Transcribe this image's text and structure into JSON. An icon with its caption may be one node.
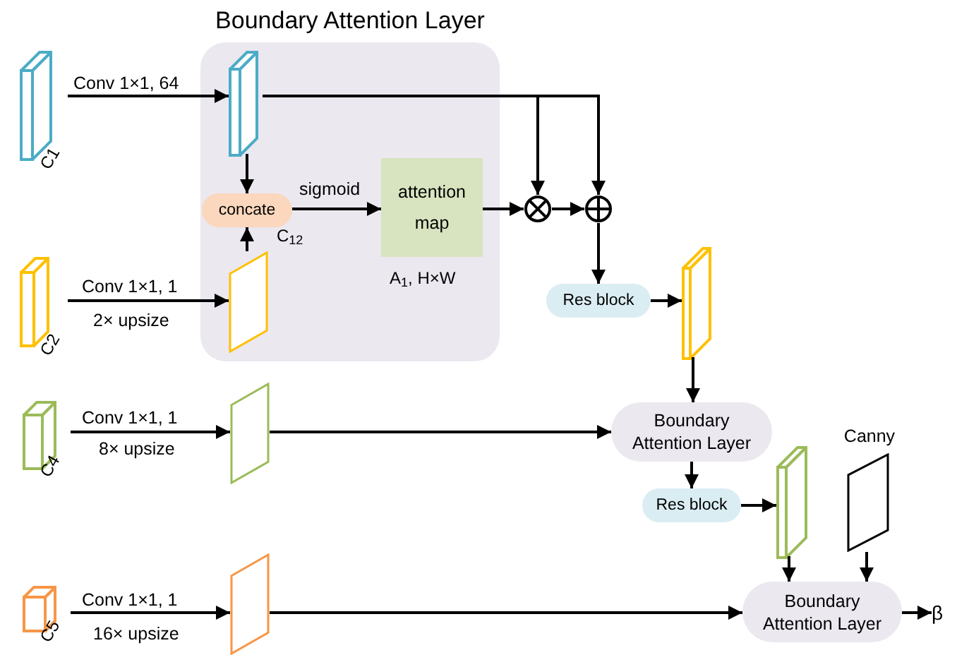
{
  "diagram": {
    "nodes": [
      {
        "text": [
          "Boundary Attention Layer"
        ]
      },
      {
        "text": [
          "C1"
        ]
      },
      {
        "text": [
          "C2"
        ]
      },
      {
        "text": [
          "C4"
        ]
      },
      {
        "text": [
          "C5"
        ]
      },
      {
        "text": [],
        "shape": "box",
        "in": 0
      },
      {
        "text": [
          "concate"
        ],
        "beside": [
          "C$_{12}$"
        ],
        "in": 0
      },
      {
        "text": [],
        "shape": "box",
        "in": 0
      },
      {
        "text": [
          "attention map"
        ],
        "beside": [
          "A$_{1}$, H×W"
        ],
        "in": 0
      },
      {
        "text": [],
        "shape": "circle"
      },
      {
        "text": [],
        "shape": "circle"
      },
      {
        "text": [
          "Res block"
        ]
      },
      {
        "text": [],
        "shape": "box"
      },
      {
        "text": [],
        "shape": "box"
      },
      {
        "text": [
          "Boundary Attention Layer"
        ]
      },
      {
        "text": [
          "Res block"
        ]
      },
      {
        "text": [],
        "shape": "box"
      },
      {
        "text": [
          "Canny"
        ]
      },
      {
        "text": [],
        "shape": "box"
      },
      {
        "text": [
          "Boundary Attention Layer"
        ]
      },
      {
        "text": [
          "β"
        ]
      }
    ],
    "edges": [
      {
        "from": 1,
        "to": 5,
        "arrow": "to",
        "label": "Conv 1×1, 64"
      },
      {
        "from": 5,
        "to": 6,
        "arrow": "to"
      },
      {
        "from": 7,
        "to": 6,
        "arrow": "to"
      },
      {
        "from": 2,
        "to": 7,
        "arrow": "to",
        "label": "Conv 1×1, 1"
      },
      {
        "from": 6,
        "to": 8,
        "arrow": "to",
        "label": "sigmoid"
      },
      {
        "from": 8,
        "to": 9,
        "arrow": "to"
      },
      {
        "from": 5,
        "to": 9,
        "arrow": "to"
      },
      {
        "from": 5,
        "to": 10,
        "arrow": "to"
      },
      {
        "from": 9,
        "to": 10,
        "arrow": "to"
      },
      {
        "from": 10,
        "to": 11,
        "arrow": "to"
      },
      {
        "from": 11,
        "to": 12,
        "arrow": "to"
      },
      {
        "from": 12,
        "to": 14,
        "arrow": "to"
      },
      {
        "from": 3,
        "to": 13,
        "arrow": "to",
        "label": "Conv 1×1, 1"
      },
      {
        "from": 13,
        "to": 14,
        "arrow": "to"
      },
      {
        "from": 14,
        "to": 15,
        "arrow": "to"
      },
      {
        "from": 15,
        "to": 16,
        "arrow": "to"
      },
      {
        "from": 16,
        "to": 19,
        "arrow": "to"
      },
      {
        "from": 17,
        "to": 19,
        "arrow": "to"
      },
      {
        "from": 4,
        "to": 18,
        "arrow": "to",
        "label": "Conv 1×1, 1"
      },
      {
        "from": 18,
        "to": 19,
        "arrow": "to"
      },
      {
        "from": 19,
        "to": 20,
        "arrow": "to"
      }
    ],
    "labels": [
      "2× upsize",
      "8× upsize",
      "16× upsize"
    ]
  }
}
